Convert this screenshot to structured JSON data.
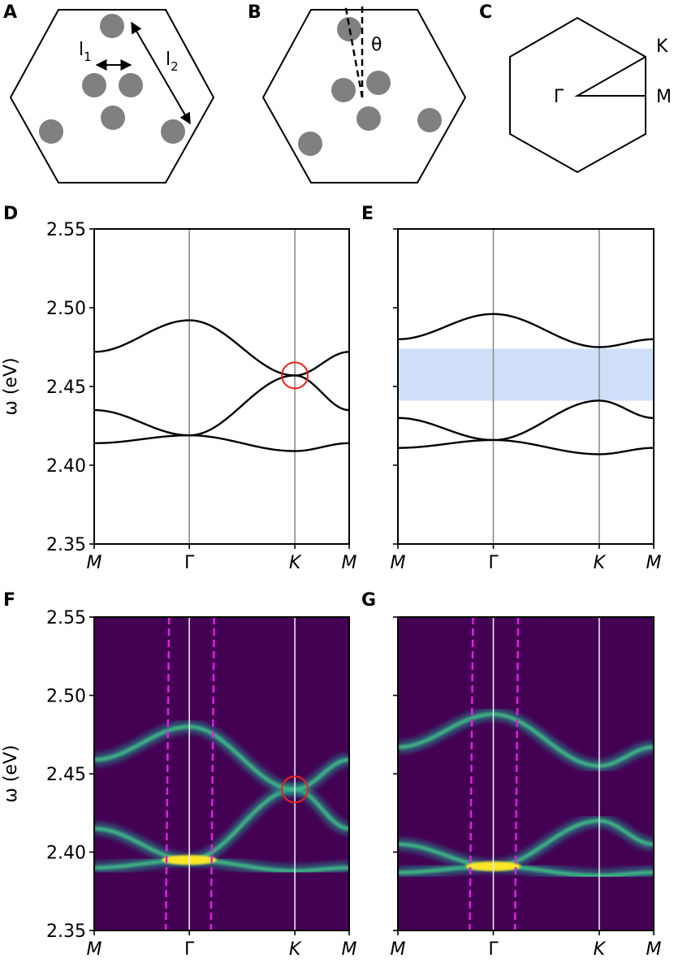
{
  "colors": {
    "particle": "#808080",
    "band": "#000000",
    "symmetry_line": "#8c8c8c",
    "dirac_marker": "#e8231d",
    "gap_band": "#cfdff8",
    "bz_cut": "#e020e0",
    "heatmap_bg": "#440154",
    "heatmap_mid": "#21918c",
    "heatmap_hi": "#fde725"
  },
  "schematics": {
    "a": {
      "panel": "A",
      "dim_short": "l",
      "dim_short_sub": "1",
      "dim_long": "l",
      "dim_long_sub": "2"
    },
    "b": {
      "panel": "B",
      "angle": "θ"
    },
    "c": {
      "panel": "C",
      "gamma": "Γ",
      "k": "K",
      "m": "M"
    }
  },
  "chart_data": [
    {
      "panel": "D",
      "type": "line",
      "ylabel": "ω (eV)",
      "ylim": [
        2.35,
        2.55
      ],
      "yticks": [
        "2.35",
        "2.40",
        "2.45",
        "2.50",
        "2.55"
      ],
      "xticks": [
        "M",
        "Γ",
        "K",
        "M"
      ],
      "x": [
        0,
        1,
        2,
        3
      ],
      "series": [
        {
          "values": [
            2.414,
            2.419,
            2.409,
            2.414
          ]
        },
        {
          "values": [
            2.435,
            2.419,
            2.457,
            2.435
          ]
        },
        {
          "values": [
            2.472,
            2.492,
            2.457,
            2.472
          ]
        }
      ],
      "annotations": [
        {
          "type": "circle",
          "x": 2,
          "y": 2.457
        }
      ]
    },
    {
      "panel": "E",
      "type": "line",
      "ylim": [
        2.35,
        2.55
      ],
      "xticks": [
        "M",
        "Γ",
        "K",
        "M"
      ],
      "x": [
        0,
        1,
        2,
        3
      ],
      "series": [
        {
          "values": [
            2.411,
            2.416,
            2.407,
            2.411
          ]
        },
        {
          "values": [
            2.43,
            2.416,
            2.441,
            2.43
          ]
        },
        {
          "values": [
            2.48,
            2.496,
            2.475,
            2.48
          ]
        }
      ],
      "shaded_band": [
        2.441,
        2.474
      ]
    },
    {
      "panel": "F",
      "type": "heatmap",
      "ylabel": "ω (eV)",
      "ylim": [
        2.35,
        2.55
      ],
      "yticks": [
        "2.35",
        "2.40",
        "2.45",
        "2.50",
        "2.55"
      ],
      "xticks": [
        "M",
        "Γ",
        "K",
        "M"
      ],
      "branches": [
        {
          "values": [
            2.39,
            2.395,
            2.388,
            2.39
          ]
        },
        {
          "values": [
            2.415,
            2.395,
            2.44,
            2.415
          ]
        },
        {
          "values": [
            2.459,
            2.48,
            2.44,
            2.459
          ]
        }
      ],
      "bright_spot": {
        "x": 1,
        "y": 2.395
      },
      "cut_lines_x": [
        0.77,
        1.22
      ],
      "annotations": [
        {
          "type": "circle",
          "x": 2,
          "y": 2.44
        }
      ]
    },
    {
      "panel": "G",
      "type": "heatmap",
      "ylim": [
        2.35,
        2.55
      ],
      "xticks": [
        "M",
        "Γ",
        "K",
        "M"
      ],
      "branches": [
        {
          "values": [
            2.387,
            2.391,
            2.385,
            2.387
          ]
        },
        {
          "values": [
            2.405,
            2.391,
            2.42,
            2.405
          ]
        },
        {
          "values": [
            2.467,
            2.488,
            2.455,
            2.467
          ]
        }
      ],
      "bright_spot": {
        "x": 1,
        "y": 2.391
      },
      "cut_lines_x": [
        0.77,
        1.22
      ]
    }
  ]
}
